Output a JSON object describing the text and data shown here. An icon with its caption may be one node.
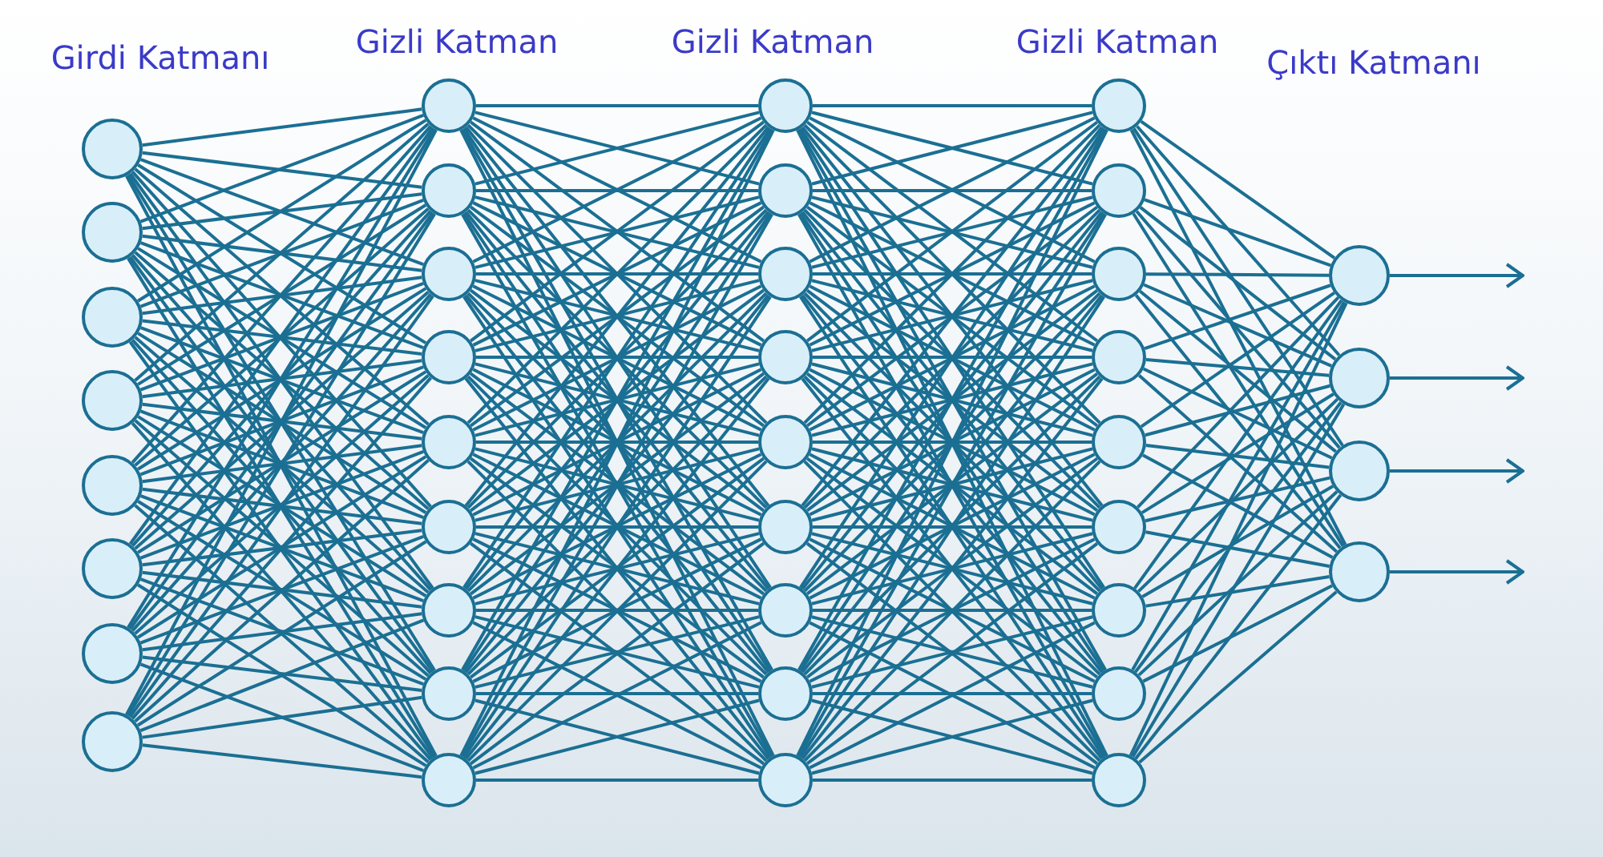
{
  "diagram": {
    "nodes": [
      {
        "text": [],
        "shape": "circle"
      },
      {
        "text": [],
        "shape": "circle"
      },
      {
        "text": [],
        "shape": "circle"
      },
      {
        "text": [],
        "shape": "circle"
      },
      {
        "text": [],
        "shape": "circle"
      },
      {
        "text": [],
        "shape": "circle"
      },
      {
        "text": [],
        "shape": "circle"
      },
      {
        "text": [],
        "shape": "circle"
      },
      {
        "text": [],
        "shape": "circle"
      },
      {
        "text": [],
        "shape": "circle"
      },
      {
        "text": [],
        "shape": "circle"
      },
      {
        "text": [],
        "shape": "circle"
      },
      {
        "text": [],
        "shape": "circle"
      },
      {
        "text": [],
        "shape": "circle"
      },
      {
        "text": [],
        "shape": "circle"
      },
      {
        "text": [],
        "shape": "circle"
      },
      {
        "text": [],
        "shape": "circle"
      },
      {
        "text": [],
        "shape": "circle"
      },
      {
        "text": [],
        "shape": "circle"
      },
      {
        "text": [],
        "shape": "circle"
      },
      {
        "text": [],
        "shape": "circle"
      },
      {
        "text": [],
        "shape": "circle"
      },
      {
        "text": [],
        "shape": "circle"
      },
      {
        "text": [],
        "shape": "circle"
      },
      {
        "text": [],
        "shape": "circle"
      },
      {
        "text": [],
        "shape": "circle"
      },
      {
        "text": [],
        "shape": "circle"
      },
      {
        "text": [],
        "shape": "circle"
      },
      {
        "text": [],
        "shape": "circle"
      },
      {
        "text": [],
        "shape": "circle"
      },
      {
        "text": [],
        "shape": "circle"
      },
      {
        "text": [],
        "shape": "circle"
      },
      {
        "text": [],
        "shape": "circle"
      },
      {
        "text": [],
        "shape": "circle"
      },
      {
        "text": [],
        "shape": "circle"
      },
      {
        "text": [],
        "shape": "circle"
      },
      {
        "text": [],
        "shape": "circle"
      },
      {
        "text": [],
        "shape": "circle"
      },
      {
        "text": [],
        "shape": "circle"
      }
    ],
    "edges": [
      {
        "from": 0,
        "to": 8,
        "arrow": "none"
      },
      {
        "from": 0,
        "to": 9,
        "arrow": "none"
      },
      {
        "from": 0,
        "to": 10,
        "arrow": "none"
      },
      {
        "from": 0,
        "to": 11,
        "arrow": "none"
      },
      {
        "from": 0,
        "to": 12,
        "arrow": "none"
      },
      {
        "from": 0,
        "to": 13,
        "arrow": "none"
      },
      {
        "from": 0,
        "to": 14,
        "arrow": "none"
      },
      {
        "from": 0,
        "to": 15,
        "arrow": "none"
      },
      {
        "from": 0,
        "to": 16,
        "arrow": "none"
      },
      {
        "from": 1,
        "to": 8,
        "arrow": "none"
      },
      {
        "from": 1,
        "to": 9,
        "arrow": "none"
      },
      {
        "from": 1,
        "to": 10,
        "arrow": "none"
      },
      {
        "from": 1,
        "to": 11,
        "arrow": "none"
      },
      {
        "from": 1,
        "to": 12,
        "arrow": "none"
      },
      {
        "from": 1,
        "to": 13,
        "arrow": "none"
      },
      {
        "from": 1,
        "to": 14,
        "arrow": "none"
      },
      {
        "from": 1,
        "to": 15,
        "arrow": "none"
      },
      {
        "from": 1,
        "to": 16,
        "arrow": "none"
      },
      {
        "from": 2,
        "to": 8,
        "arrow": "none"
      },
      {
        "from": 2,
        "to": 9,
        "arrow": "none"
      },
      {
        "from": 2,
        "to": 10,
        "arrow": "none"
      },
      {
        "from": 2,
        "to": 11,
        "arrow": "none"
      },
      {
        "from": 2,
        "to": 12,
        "arrow": "none"
      },
      {
        "from": 2,
        "to": 13,
        "arrow": "none"
      },
      {
        "from": 2,
        "to": 14,
        "arrow": "none"
      },
      {
        "from": 2,
        "to": 15,
        "arrow": "none"
      },
      {
        "from": 2,
        "to": 16,
        "arrow": "none"
      },
      {
        "from": 3,
        "to": 8,
        "arrow": "none"
      },
      {
        "from": 3,
        "to": 9,
        "arrow": "none"
      },
      {
        "from": 3,
        "to": 10,
        "arrow": "none"
      },
      {
        "from": 3,
        "to": 11,
        "arrow": "none"
      },
      {
        "from": 3,
        "to": 12,
        "arrow": "none"
      },
      {
        "from": 3,
        "to": 13,
        "arrow": "none"
      },
      {
        "from": 3,
        "to": 14,
        "arrow": "none"
      },
      {
        "from": 3,
        "to": 15,
        "arrow": "none"
      },
      {
        "from": 3,
        "to": 16,
        "arrow": "none"
      },
      {
        "from": 4,
        "to": 8,
        "arrow": "none"
      },
      {
        "from": 4,
        "to": 9,
        "arrow": "none"
      },
      {
        "from": 4,
        "to": 10,
        "arrow": "none"
      },
      {
        "from": 4,
        "to": 11,
        "arrow": "none"
      },
      {
        "from": 4,
        "to": 12,
        "arrow": "none"
      },
      {
        "from": 4,
        "to": 13,
        "arrow": "none"
      },
      {
        "from": 4,
        "to": 14,
        "arrow": "none"
      },
      {
        "from": 4,
        "to": 15,
        "arrow": "none"
      },
      {
        "from": 4,
        "to": 16,
        "arrow": "none"
      },
      {
        "from": 5,
        "to": 8,
        "arrow": "none"
      },
      {
        "from": 5,
        "to": 9,
        "arrow": "none"
      },
      {
        "from": 5,
        "to": 10,
        "arrow": "none"
      },
      {
        "from": 5,
        "to": 11,
        "arrow": "none"
      },
      {
        "from": 5,
        "to": 12,
        "arrow": "none"
      },
      {
        "from": 5,
        "to": 13,
        "arrow": "none"
      },
      {
        "from": 5,
        "to": 14,
        "arrow": "none"
      },
      {
        "from": 5,
        "to": 15,
        "arrow": "none"
      },
      {
        "from": 5,
        "to": 16,
        "arrow": "none"
      },
      {
        "from": 6,
        "to": 8,
        "arrow": "none"
      },
      {
        "from": 6,
        "to": 9,
        "arrow": "none"
      },
      {
        "from": 6,
        "to": 10,
        "arrow": "none"
      },
      {
        "from": 6,
        "to": 11,
        "arrow": "none"
      },
      {
        "from": 6,
        "to": 12,
        "arrow": "none"
      },
      {
        "from": 6,
        "to": 13,
        "arrow": "none"
      },
      {
        "from": 6,
        "to": 14,
        "arrow": "none"
      },
      {
        "from": 6,
        "to": 15,
        "arrow": "none"
      },
      {
        "from": 6,
        "to": 16,
        "arrow": "none"
      },
      {
        "from": 7,
        "to": 8,
        "arrow": "none"
      },
      {
        "from": 7,
        "to": 9,
        "arrow": "none"
      },
      {
        "from": 7,
        "to": 10,
        "arrow": "none"
      },
      {
        "from": 7,
        "to": 11,
        "arrow": "none"
      },
      {
        "from": 7,
        "to": 12,
        "arrow": "none"
      },
      {
        "from": 7,
        "to": 13,
        "arrow": "none"
      },
      {
        "from": 7,
        "to": 14,
        "arrow": "none"
      },
      {
        "from": 7,
        "to": 15,
        "arrow": "none"
      },
      {
        "from": 7,
        "to": 16,
        "arrow": "none"
      },
      {
        "from": 8,
        "to": 17,
        "arrow": "none"
      },
      {
        "from": 8,
        "to": 18,
        "arrow": "none"
      },
      {
        "from": 8,
        "to": 19,
        "arrow": "none"
      },
      {
        "from": 8,
        "to": 20,
        "arrow": "none"
      },
      {
        "from": 8,
        "to": 21,
        "arrow": "none"
      },
      {
        "from": 8,
        "to": 22,
        "arrow": "none"
      },
      {
        "from": 8,
        "to": 23,
        "arrow": "none"
      },
      {
        "from": 8,
        "to": 24,
        "arrow": "none"
      },
      {
        "from": 8,
        "to": 25,
        "arrow": "none"
      },
      {
        "from": 9,
        "to": 17,
        "arrow": "none"
      },
      {
        "from": 9,
        "to": 18,
        "arrow": "none"
      },
      {
        "from": 9,
        "to": 19,
        "arrow": "none"
      },
      {
        "from": 9,
        "to": 20,
        "arrow": "none"
      },
      {
        "from": 9,
        "to": 21,
        "arrow": "none"
      },
      {
        "from": 9,
        "to": 22,
        "arrow": "none"
      },
      {
        "from": 9,
        "to": 23,
        "arrow": "none"
      },
      {
        "from": 9,
        "to": 24,
        "arrow": "none"
      },
      {
        "from": 9,
        "to": 25,
        "arrow": "none"
      },
      {
        "from": 10,
        "to": 17,
        "arrow": "none"
      },
      {
        "from": 10,
        "to": 18,
        "arrow": "none"
      },
      {
        "from": 10,
        "to": 19,
        "arrow": "none"
      },
      {
        "from": 10,
        "to": 20,
        "arrow": "none"
      },
      {
        "from": 10,
        "to": 21,
        "arrow": "none"
      },
      {
        "from": 10,
        "to": 22,
        "arrow": "none"
      },
      {
        "from": 10,
        "to": 23,
        "arrow": "none"
      },
      {
        "from": 10,
        "to": 24,
        "arrow": "none"
      },
      {
        "from": 10,
        "to": 25,
        "arrow": "none"
      },
      {
        "from": 11,
        "to": 17,
        "arrow": "none"
      },
      {
        "from": 11,
        "to": 18,
        "arrow": "none"
      },
      {
        "from": 11,
        "to": 19,
        "arrow": "none"
      },
      {
        "from": 11,
        "to": 20,
        "arrow": "none"
      },
      {
        "from": 11,
        "to": 21,
        "arrow": "none"
      },
      {
        "from": 11,
        "to": 22,
        "arrow": "none"
      },
      {
        "from": 11,
        "to": 23,
        "arrow": "none"
      },
      {
        "from": 11,
        "to": 24,
        "arrow": "none"
      },
      {
        "from": 11,
        "to": 25,
        "arrow": "none"
      },
      {
        "from": 12,
        "to": 17,
        "arrow": "none"
      },
      {
        "from": 12,
        "to": 18,
        "arrow": "none"
      },
      {
        "from": 12,
        "to": 19,
        "arrow": "none"
      },
      {
        "from": 12,
        "to": 20,
        "arrow": "none"
      },
      {
        "from": 12,
        "to": 21,
        "arrow": "none"
      },
      {
        "from": 12,
        "to": 22,
        "arrow": "none"
      },
      {
        "from": 12,
        "to": 23,
        "arrow": "none"
      },
      {
        "from": 12,
        "to": 24,
        "arrow": "none"
      },
      {
        "from": 12,
        "to": 25,
        "arrow": "none"
      },
      {
        "from": 13,
        "to": 17,
        "arrow": "none"
      },
      {
        "from": 13,
        "to": 18,
        "arrow": "none"
      },
      {
        "from": 13,
        "to": 19,
        "arrow": "none"
      },
      {
        "from": 13,
        "to": 20,
        "arrow": "none"
      },
      {
        "from": 13,
        "to": 21,
        "arrow": "none"
      },
      {
        "from": 13,
        "to": 22,
        "arrow": "none"
      },
      {
        "from": 13,
        "to": 23,
        "arrow": "none"
      },
      {
        "from": 13,
        "to": 24,
        "arrow": "none"
      },
      {
        "from": 13,
        "to": 25,
        "arrow": "none"
      },
      {
        "from": 14,
        "to": 17,
        "arrow": "none"
      },
      {
        "from": 14,
        "to": 18,
        "arrow": "none"
      },
      {
        "from": 14,
        "to": 19,
        "arrow": "none"
      },
      {
        "from": 14,
        "to": 20,
        "arrow": "none"
      },
      {
        "from": 14,
        "to": 21,
        "arrow": "none"
      },
      {
        "from": 14,
        "to": 22,
        "arrow": "none"
      },
      {
        "from": 14,
        "to": 23,
        "arrow": "none"
      },
      {
        "from": 14,
        "to": 24,
        "arrow": "none"
      },
      {
        "from": 14,
        "to": 25,
        "arrow": "none"
      },
      {
        "from": 15,
        "to": 17,
        "arrow": "none"
      },
      {
        "from": 15,
        "to": 18,
        "arrow": "none"
      },
      {
        "from": 15,
        "to": 19,
        "arrow": "none"
      },
      {
        "from": 15,
        "to": 20,
        "arrow": "none"
      },
      {
        "from": 15,
        "to": 21,
        "arrow": "none"
      },
      {
        "from": 15,
        "to": 22,
        "arrow": "none"
      },
      {
        "from": 15,
        "to": 23,
        "arrow": "none"
      },
      {
        "from": 15,
        "to": 24,
        "arrow": "none"
      },
      {
        "from": 15,
        "to": 25,
        "arrow": "none"
      },
      {
        "from": 16,
        "to": 17,
        "arrow": "none"
      },
      {
        "from": 16,
        "to": 18,
        "arrow": "none"
      },
      {
        "from": 16,
        "to": 19,
        "arrow": "none"
      },
      {
        "from": 16,
        "to": 20,
        "arrow": "none"
      },
      {
        "from": 16,
        "to": 21,
        "arrow": "none"
      },
      {
        "from": 16,
        "to": 22,
        "arrow": "none"
      },
      {
        "from": 16,
        "to": 23,
        "arrow": "none"
      },
      {
        "from": 16,
        "to": 24,
        "arrow": "none"
      },
      {
        "from": 16,
        "to": 25,
        "arrow": "none"
      },
      {
        "from": 17,
        "to": 26,
        "arrow": "none"
      },
      {
        "from": 17,
        "to": 27,
        "arrow": "none"
      },
      {
        "from": 17,
        "to": 28,
        "arrow": "none"
      },
      {
        "from": 17,
        "to": 29,
        "arrow": "none"
      },
      {
        "from": 17,
        "to": 30,
        "arrow": "none"
      },
      {
        "from": 17,
        "to": 31,
        "arrow": "none"
      },
      {
        "from": 17,
        "to": 32,
        "arrow": "none"
      },
      {
        "from": 17,
        "to": 33,
        "arrow": "none"
      },
      {
        "from": 17,
        "to": 34,
        "arrow": "none"
      },
      {
        "from": 18,
        "to": 26,
        "arrow": "none"
      },
      {
        "from": 18,
        "to": 27,
        "arrow": "none"
      },
      {
        "from": 18,
        "to": 28,
        "arrow": "none"
      },
      {
        "from": 18,
        "to": 29,
        "arrow": "none"
      },
      {
        "from": 18,
        "to": 30,
        "arrow": "none"
      },
      {
        "from": 18,
        "to": 31,
        "arrow": "none"
      },
      {
        "from": 18,
        "to": 32,
        "arrow": "none"
      },
      {
        "from": 18,
        "to": 33,
        "arrow": "none"
      },
      {
        "from": 18,
        "to": 34,
        "arrow": "none"
      },
      {
        "from": 19,
        "to": 26,
        "arrow": "none"
      },
      {
        "from": 19,
        "to": 27,
        "arrow": "none"
      },
      {
        "from": 19,
        "to": 28,
        "arrow": "none"
      },
      {
        "from": 19,
        "to": 29,
        "arrow": "none"
      },
      {
        "from": 19,
        "to": 30,
        "arrow": "none"
      },
      {
        "from": 19,
        "to": 31,
        "arrow": "none"
      },
      {
        "from": 19,
        "to": 32,
        "arrow": "none"
      },
      {
        "from": 19,
        "to": 33,
        "arrow": "none"
      },
      {
        "from": 19,
        "to": 34,
        "arrow": "none"
      },
      {
        "from": 20,
        "to": 26,
        "arrow": "none"
      },
      {
        "from": 20,
        "to": 27,
        "arrow": "none"
      },
      {
        "from": 20,
        "to": 28,
        "arrow": "none"
      },
      {
        "from": 20,
        "to": 29,
        "arrow": "none"
      },
      {
        "from": 20,
        "to": 30,
        "arrow": "none"
      },
      {
        "from": 20,
        "to": 31,
        "arrow": "none"
      },
      {
        "from": 20,
        "to": 32,
        "arrow": "none"
      },
      {
        "from": 20,
        "to": 33,
        "arrow": "none"
      },
      {
        "from": 20,
        "to": 34,
        "arrow": "none"
      },
      {
        "from": 21,
        "to": 26,
        "arrow": "none"
      },
      {
        "from": 21,
        "to": 27,
        "arrow": "none"
      },
      {
        "from": 21,
        "to": 28,
        "arrow": "none"
      },
      {
        "from": 21,
        "to": 29,
        "arrow": "none"
      },
      {
        "from": 21,
        "to": 30,
        "arrow": "none"
      },
      {
        "from": 21,
        "to": 31,
        "arrow": "none"
      },
      {
        "from": 21,
        "to": 32,
        "arrow": "none"
      },
      {
        "from": 21,
        "to": 33,
        "arrow": "none"
      },
      {
        "from": 21,
        "to": 34,
        "arrow": "none"
      },
      {
        "from": 22,
        "to": 26,
        "arrow": "none"
      },
      {
        "from": 22,
        "to": 27,
        "arrow": "none"
      },
      {
        "from": 22,
        "to": 28,
        "arrow": "none"
      },
      {
        "from": 22,
        "to": 29,
        "arrow": "none"
      },
      {
        "from": 22,
        "to": 30,
        "arrow": "none"
      },
      {
        "from": 22,
        "to": 31,
        "arrow": "none"
      },
      {
        "from": 22,
        "to": 32,
        "arrow": "none"
      },
      {
        "from": 22,
        "to": 33,
        "arrow": "none"
      },
      {
        "from": 22,
        "to": 34,
        "arrow": "none"
      },
      {
        "from": 23,
        "to": 26,
        "arrow": "none"
      },
      {
        "from": 23,
        "to": 27,
        "arrow": "none"
      },
      {
        "from": 23,
        "to": 28,
        "arrow": "none"
      },
      {
        "from": 23,
        "to": 29,
        "arrow": "none"
      },
      {
        "from": 23,
        "to": 30,
        "arrow": "none"
      },
      {
        "from": 23,
        "to": 31,
        "arrow": "none"
      },
      {
        "from": 23,
        "to": 32,
        "arrow": "none"
      },
      {
        "from": 23,
        "to": 33,
        "arrow": "none"
      },
      {
        "from": 23,
        "to": 34,
        "arrow": "none"
      },
      {
        "from": 24,
        "to": 26,
        "arrow": "none"
      },
      {
        "from": 24,
        "to": 27,
        "arrow": "none"
      },
      {
        "from": 24,
        "to": 28,
        "arrow": "none"
      },
      {
        "from": 24,
        "to": 29,
        "arrow": "none"
      },
      {
        "from": 24,
        "to": 30,
        "arrow": "none"
      },
      {
        "from": 24,
        "to": 31,
        "arrow": "none"
      },
      {
        "from": 24,
        "to": 32,
        "arrow": "none"
      },
      {
        "from": 24,
        "to": 33,
        "arrow": "none"
      },
      {
        "from": 24,
        "to": 34,
        "arrow": "none"
      },
      {
        "from": 25,
        "to": 26,
        "arrow": "none"
      },
      {
        "from": 25,
        "to": 27,
        "arrow": "none"
      },
      {
        "from": 25,
        "to": 28,
        "arrow": "none"
      },
      {
        "from": 25,
        "to": 29,
        "arrow": "none"
      },
      {
        "from": 25,
        "to": 30,
        "arrow": "none"
      },
      {
        "from": 25,
        "to": 31,
        "arrow": "none"
      },
      {
        "from": 25,
        "to": 32,
        "arrow": "none"
      },
      {
        "from": 25,
        "to": 33,
        "arrow": "none"
      },
      {
        "from": 25,
        "to": 34,
        "arrow": "none"
      },
      {
        "from": 26,
        "to": 35,
        "arrow": "none"
      },
      {
        "from": 26,
        "to": 36,
        "arrow": "none"
      },
      {
        "from": 26,
        "to": 37,
        "arrow": "none"
      },
      {
        "from": 26,
        "to": 38,
        "arrow": "none"
      },
      {
        "from": 27,
        "to": 35,
        "arrow": "none"
      },
      {
        "from": 27,
        "to": 36,
        "arrow": "none"
      },
      {
        "from": 27,
        "to": 37,
        "arrow": "none"
      },
      {
        "from": 27,
        "to": 38,
        "arrow": "none"
      },
      {
        "from": 28,
        "to": 35,
        "arrow": "none"
      },
      {
        "from": 28,
        "to": 36,
        "arrow": "none"
      },
      {
        "from": 28,
        "to": 37,
        "arrow": "none"
      },
      {
        "from": 28,
        "to": 38,
        "arrow": "none"
      },
      {
        "from": 29,
        "to": 35,
        "arrow": "none"
      },
      {
        "from": 29,
        "to": 36,
        "arrow": "none"
      },
      {
        "from": 29,
        "to": 37,
        "arrow": "none"
      },
      {
        "from": 29,
        "to": 38,
        "arrow": "none"
      },
      {
        "from": 30,
        "to": 35,
        "arrow": "none"
      },
      {
        "from": 30,
        "to": 36,
        "arrow": "none"
      },
      {
        "from": 30,
        "to": 37,
        "arrow": "none"
      },
      {
        "from": 30,
        "to": 38,
        "arrow": "none"
      },
      {
        "from": 31,
        "to": 35,
        "arrow": "none"
      },
      {
        "from": 31,
        "to": 36,
        "arrow": "none"
      },
      {
        "from": 31,
        "to": 37,
        "arrow": "none"
      },
      {
        "from": 31,
        "to": 38,
        "arrow": "none"
      },
      {
        "from": 32,
        "to": 35,
        "arrow": "none"
      },
      {
        "from": 32,
        "to": 36,
        "arrow": "none"
      },
      {
        "from": 32,
        "to": 37,
        "arrow": "none"
      },
      {
        "from": 32,
        "to": 38,
        "arrow": "none"
      },
      {
        "from": 33,
        "to": 35,
        "arrow": "none"
      },
      {
        "from": 33,
        "to": 36,
        "arrow": "none"
      },
      {
        "from": 33,
        "to": 37,
        "arrow": "none"
      },
      {
        "from": 33,
        "to": 38,
        "arrow": "none"
      },
      {
        "from": 34,
        "to": 35,
        "arrow": "none"
      },
      {
        "from": 34,
        "to": 36,
        "arrow": "none"
      },
      {
        "from": 34,
        "to": 37,
        "arrow": "none"
      },
      {
        "from": 34,
        "to": 38,
        "arrow": "none"
      },
      {
        "from": 35,
        "to": null,
        "arrow": "to"
      },
      {
        "from": 36,
        "to": null,
        "arrow": "to"
      },
      {
        "from": 37,
        "to": null,
        "arrow": "to"
      },
      {
        "from": 38,
        "to": null,
        "arrow": "to"
      }
    ],
    "labels": [
      "Girdi Katmanı",
      "Gizli Katman",
      "Gizli Katman",
      "Gizli Katman",
      "Çıktı Katmanı"
    ]
  }
}
